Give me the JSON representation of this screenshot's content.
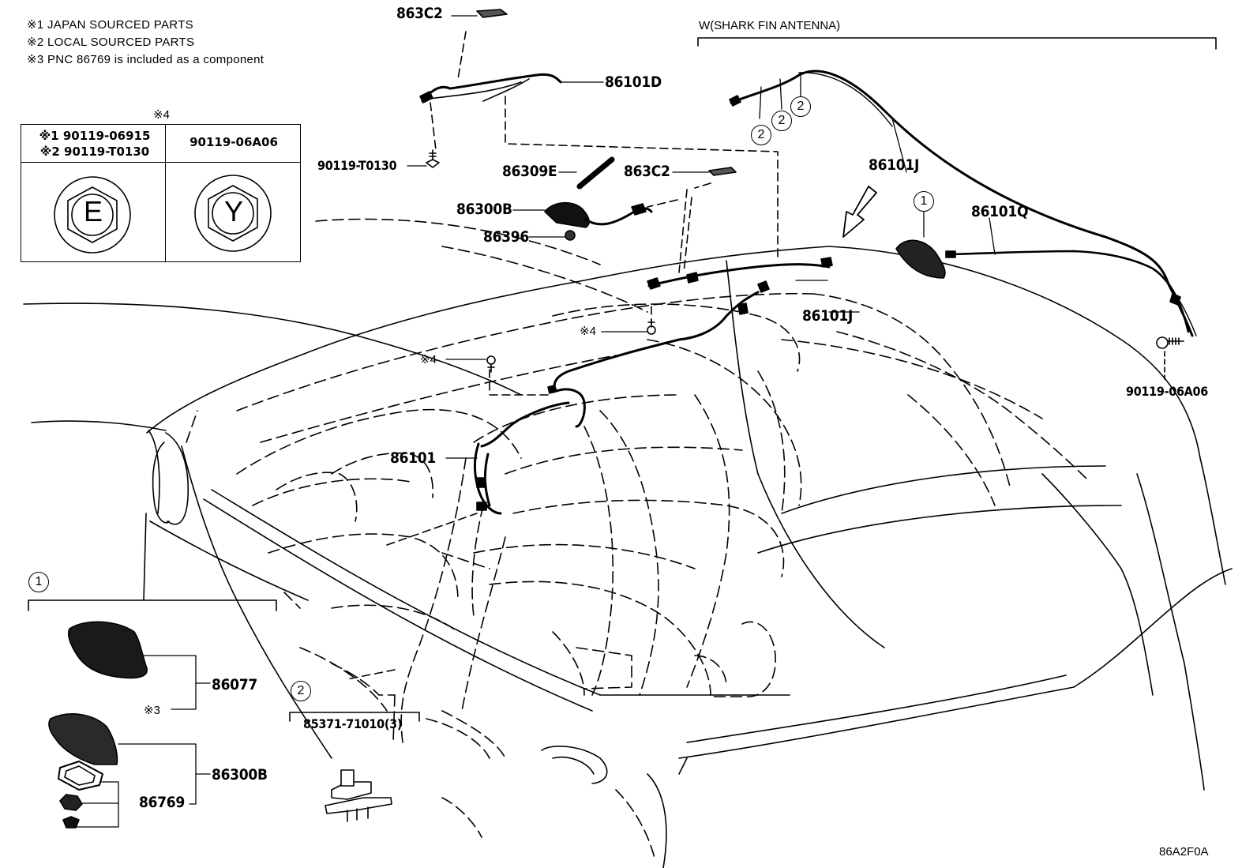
{
  "notes": [
    "※1 JAPAN SOURCED PARTS",
    "※2 LOCAL SOURCED PARTS",
    "※3 PNC 86769 is included as a component"
  ],
  "bolt_table": {
    "header": "※4",
    "col1_line1": "※1 90119-06915",
    "col1_line2": "※2 90119-T0130",
    "col2": "90119-06A06",
    "mark_left": "E",
    "mark_right": "Y"
  },
  "group_header": "W(SHARK FIN ANTENNA)",
  "part_labels": {
    "p863c2_top": "863C2",
    "p86101d": "86101D",
    "p90119_t0130": "90119-T0130",
    "p86309e": "86309E",
    "p863c2_mid": "863C2",
    "p86300b_top": "86300B",
    "p86396": "86396",
    "p86101j_upper": "86101J",
    "p86101q": "86101Q",
    "p86101j_lower": "86101J",
    "p90119_06a06": "90119-06A06",
    "star4_a": "※4",
    "star4_b": "※4",
    "p86101": "86101",
    "p86077": "86077",
    "star3": "※3",
    "p86300b_bottom": "86300B",
    "p86769": "86769",
    "p85371": "85371-71010(3)"
  },
  "callouts": {
    "c1_top": "1",
    "c2_a": "2",
    "c2_b": "2",
    "c2_c": "2",
    "c1_inset": "1",
    "c2_clip": "2"
  },
  "diagram_code": "86A2F0A"
}
